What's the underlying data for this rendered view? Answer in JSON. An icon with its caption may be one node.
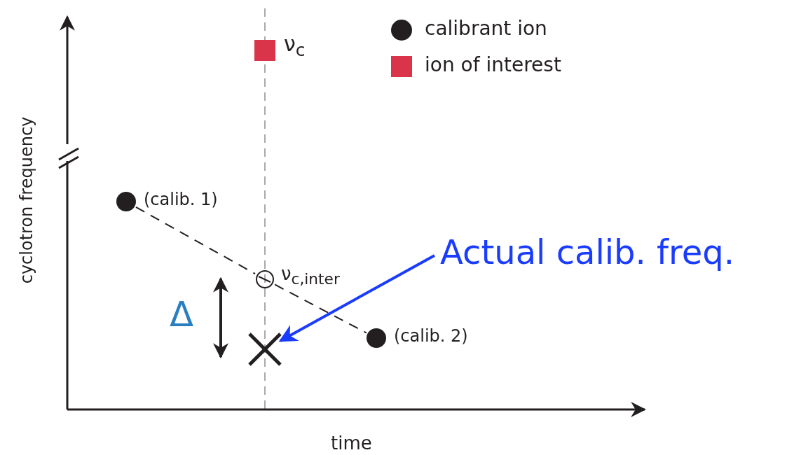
{
  "diagram": {
    "nodes": [
      {
        "text": [],
        "shape": "circle",
        "beside": [
          "(calib. 1)"
        ]
      },
      {
        "text": [],
        "shape": "circle",
        "beside": [
          "ν$_{c,inter}$"
        ]
      },
      {
        "text": [],
        "shape": "circle",
        "beside": [
          "(calib. 2)"
        ]
      },
      {
        "text": [],
        "shape": "box",
        "beside": [
          "ν$_{c}$"
        ]
      },
      {
        "text": [],
        "shape": "cross"
      },
      {
        "text": [
          "Actual calib. freq."
        ]
      }
    ],
    "edges": [
      {
        "from": 0,
        "to": 1,
        "arrow": "none",
        "style": "dashed"
      },
      {
        "from": 1,
        "to": 2,
        "arrow": "none",
        "style": "dashed"
      },
      {
        "from": 5,
        "to": 4,
        "arrow": "to",
        "style": "thick",
        "color": "#1a3cff"
      }
    ],
    "labels": [
      "Δ",
      "cyclotron frequency",
      "time"
    ],
    "legend": [
      {
        "text": "calibrant ion",
        "color": "#231f20"
      },
      {
        "text": "ion of interest",
        "color": "#d9344a"
      }
    ]
  }
}
